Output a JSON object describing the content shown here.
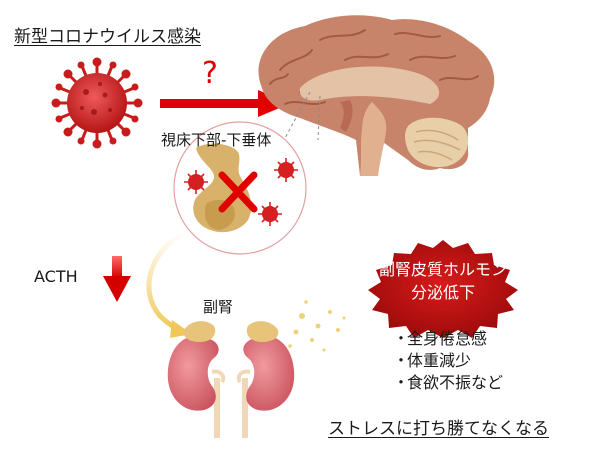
{
  "title": "新型コロナウイルス感染",
  "question_mark": "?",
  "hypothalamus_pituitary_label": "視床下部-下垂体",
  "acth_label": "ACTH",
  "adrenal_label": "副腎",
  "badge": {
    "line1": "副腎皮質ホルモン",
    "line2": "分泌低下"
  },
  "symptoms": [
    "全身倦怠感",
    "体重減少",
    "食欲不振など"
  ],
  "bullet": "・",
  "conclusion": "ストレスに打ち勝てなくなる",
  "colors": {
    "virus_red": "#d42020",
    "arrow_red": "#e00000",
    "badge_red": "#b80d0d",
    "brain": "#c8846a",
    "kidney": "#e0707a",
    "adrenal_yellow": "#e8c37a",
    "gland": "#d8b26a",
    "curve_arrow": "#f0c85a"
  }
}
